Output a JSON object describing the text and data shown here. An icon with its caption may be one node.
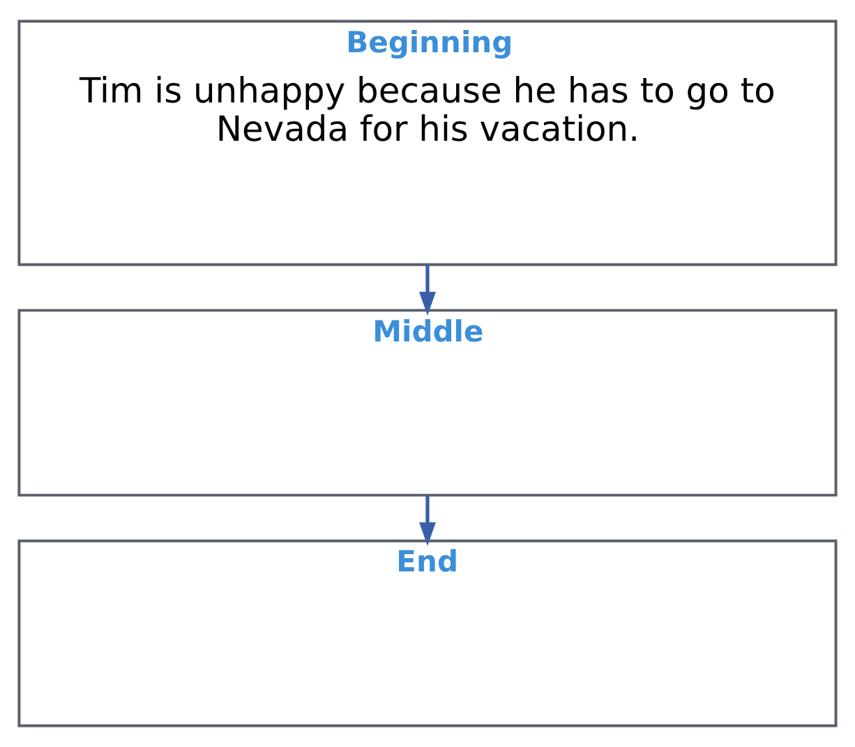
{
  "diagram": {
    "nodes": [
      {
        "text": [
          "Beginning",
          "Tim is unhappy because he has to go to Nevada for his vacation."
        ]
      },
      {
        "text": [
          "Middle"
        ]
      },
      {
        "text": [
          "End"
        ]
      }
    ],
    "edges": [
      {
        "from": 0,
        "to": 1,
        "arrow": "to"
      },
      {
        "from": 1,
        "to": 2,
        "arrow": "to"
      }
    ]
  }
}
